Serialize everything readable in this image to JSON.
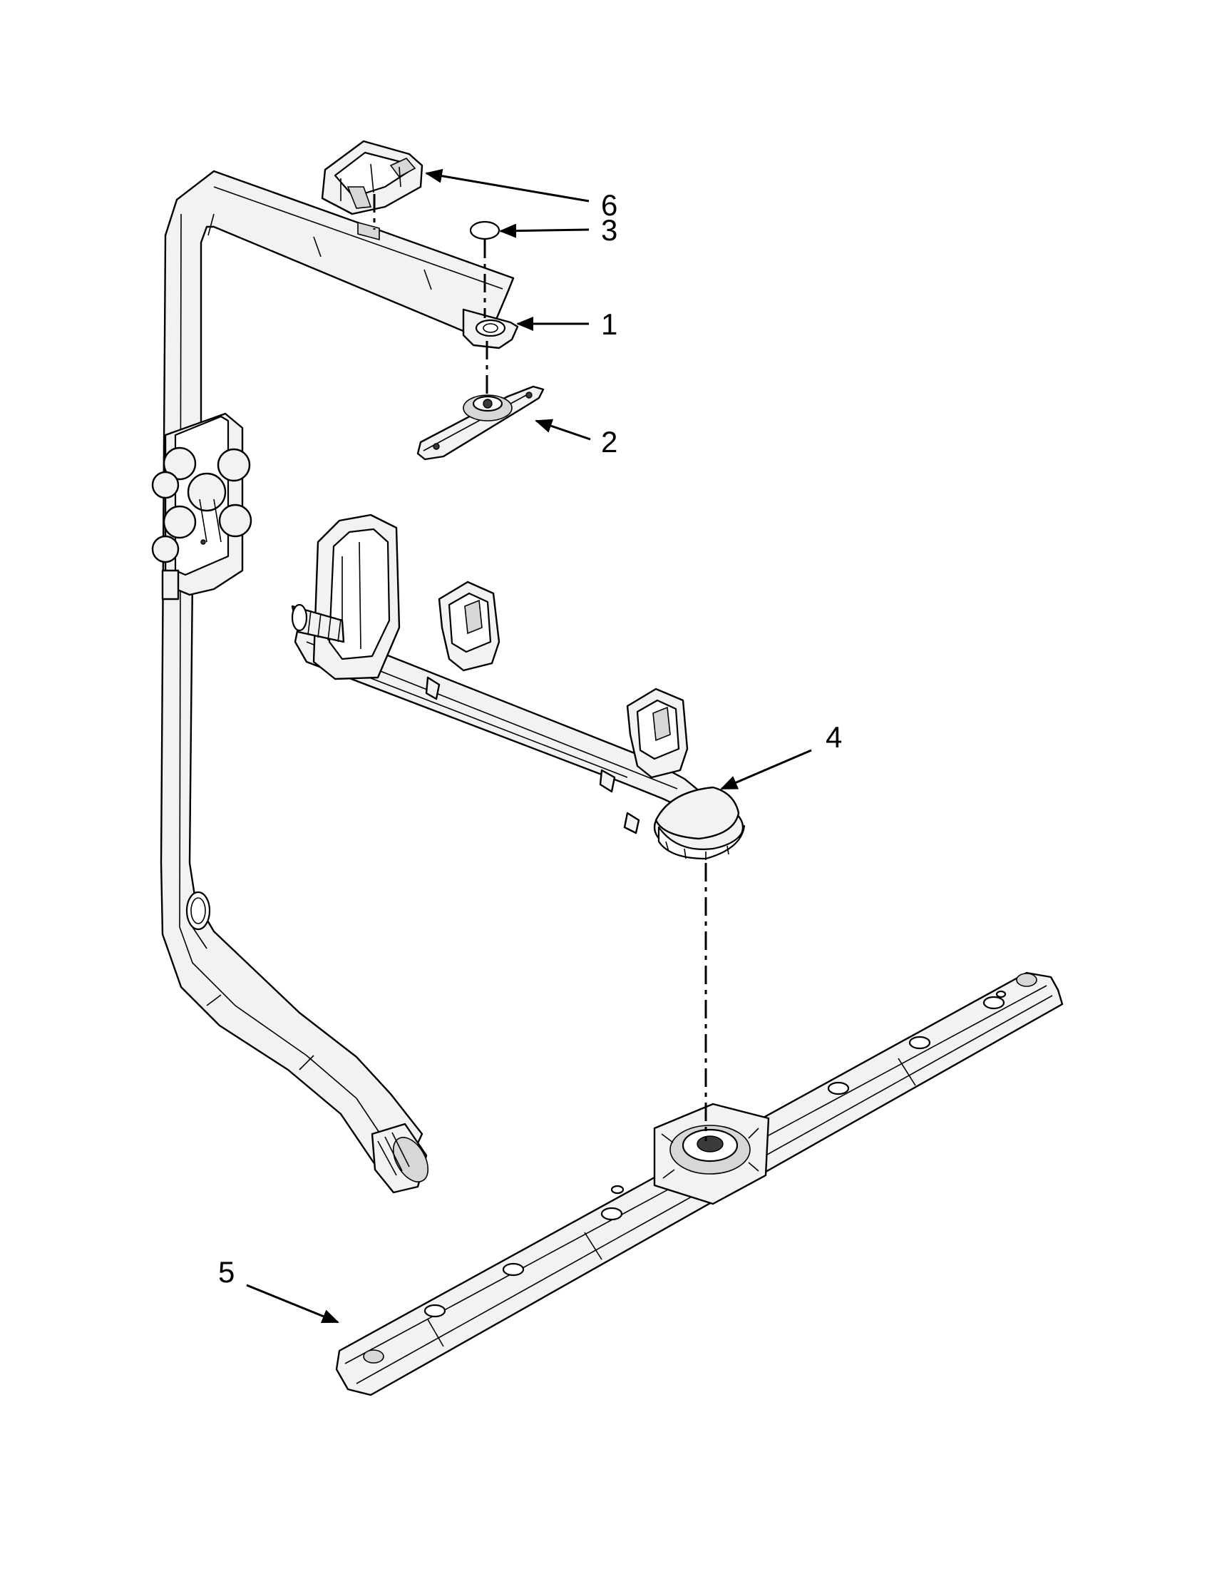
{
  "callouts": [
    {
      "id": "6",
      "label": "6"
    },
    {
      "id": "3",
      "label": "3"
    },
    {
      "id": "1",
      "label": "1"
    },
    {
      "id": "2",
      "label": "2"
    },
    {
      "id": "4",
      "label": "4"
    },
    {
      "id": "5",
      "label": "5"
    }
  ]
}
